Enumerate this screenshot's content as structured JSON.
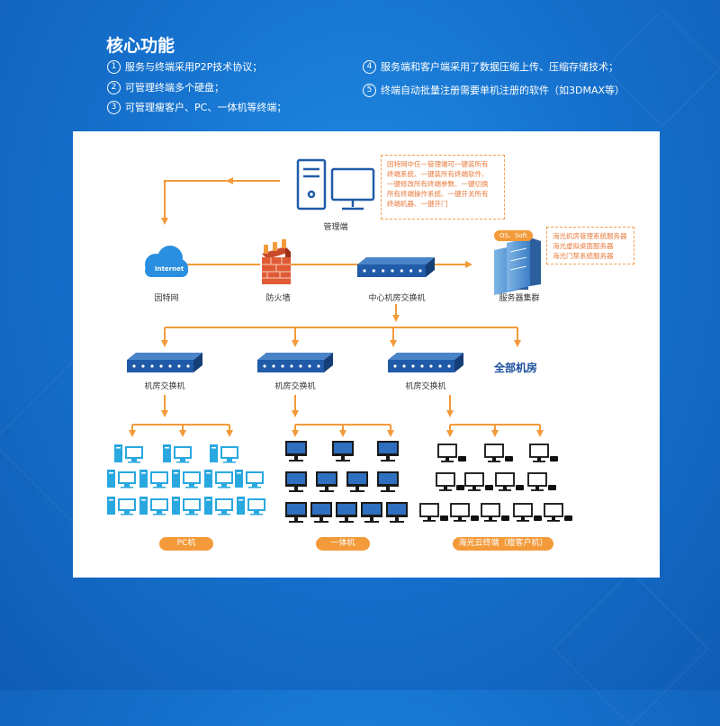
{
  "header": {
    "title": "核心功能",
    "features": [
      {
        "num": "1",
        "text": "服务与终端采用P2P技术协议；"
      },
      {
        "num": "2",
        "text": "可管理终端多个硬盘；"
      },
      {
        "num": "3",
        "text": "可管理瘦客户、PC、一体机等终端；"
      },
      {
        "num": "4",
        "text": "服务端和客户端采用了数据压缩上传、压缩存储技术；"
      },
      {
        "num": "5",
        "text": "终端自动批量注册需要单机注册的软件（如3DMAX等）"
      }
    ]
  },
  "diagram": {
    "admin_label": "管理端",
    "admin_note": [
      "因特网中任一管理端可一键装所有",
      "终端系统、一键装所有终端软件、",
      "一键修改所有终端参数、一键切换",
      "所有终端操作系统、一键开关所有",
      "终端机器、一键开门"
    ],
    "internet_text": "Internet",
    "internet_label": "因特网",
    "firewall_label": "防火墙",
    "core_switch_label": "中心机房交换机",
    "server_badge": "OS、Soft",
    "server_note": [
      "海光机房管理系统服务器",
      "海光虚拟桌面服务器",
      "海光门禁系统服务器"
    ],
    "server_label": "服务器集群",
    "room_switch_labels": [
      "机房交换机",
      "机房交换机",
      "机房交换机"
    ],
    "all_rooms_label": "全部机房",
    "group_labels": [
      "PC机",
      "一体机",
      "海光云终端（瘦客户机）"
    ]
  },
  "colors": {
    "background": "#1673cf",
    "accent_orange": "#f39a3a",
    "switch_blue": "#1f5ba8",
    "pc_cyan": "#29a8e0",
    "allinone_black": "#1a1a1a"
  }
}
